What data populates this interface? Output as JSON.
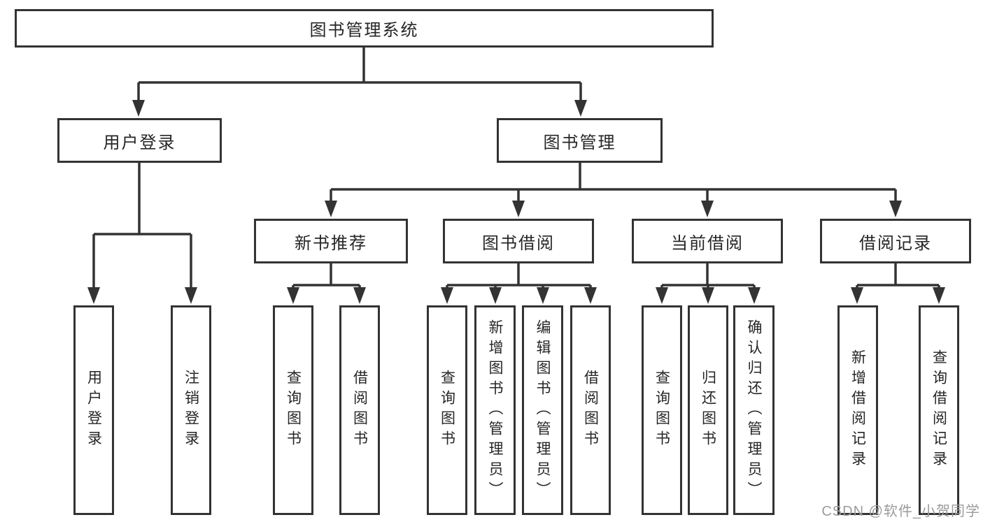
{
  "diagram": {
    "root": "图书管理系统",
    "level2": {
      "user_login": "用户登录",
      "book_management": "图书管理"
    },
    "level3": {
      "new_book_recommend": "新书推荐",
      "book_borrow": "图书借阅",
      "current_borrow": "当前借阅",
      "borrow_records": "借阅记录"
    },
    "leaves": {
      "user_login": "用户登录",
      "logout": "注销登录",
      "nb_query_books": "查询图书",
      "nb_borrow_books": "借阅图书",
      "bb_query_books": "查询图书",
      "bb_add_books_admin": "新增图书（管理员）",
      "bb_edit_books_admin": "编辑图书（管理员）",
      "bb_borrow_books": "借阅图书",
      "cb_query_books": "查询图书",
      "cb_return_books": "归还图书",
      "cb_confirm_return_admin": "确认归还（管理员）",
      "br_add_record": "新增借阅记录",
      "br_query_record": "查询借阅记录"
    }
  },
  "watermark": "CSDN @软件_小贺同学",
  "colors": {
    "line": "#333333",
    "box_border": "#333333",
    "text": "#262626",
    "watermark": "#9b9b9b",
    "background": "#ffffff"
  }
}
